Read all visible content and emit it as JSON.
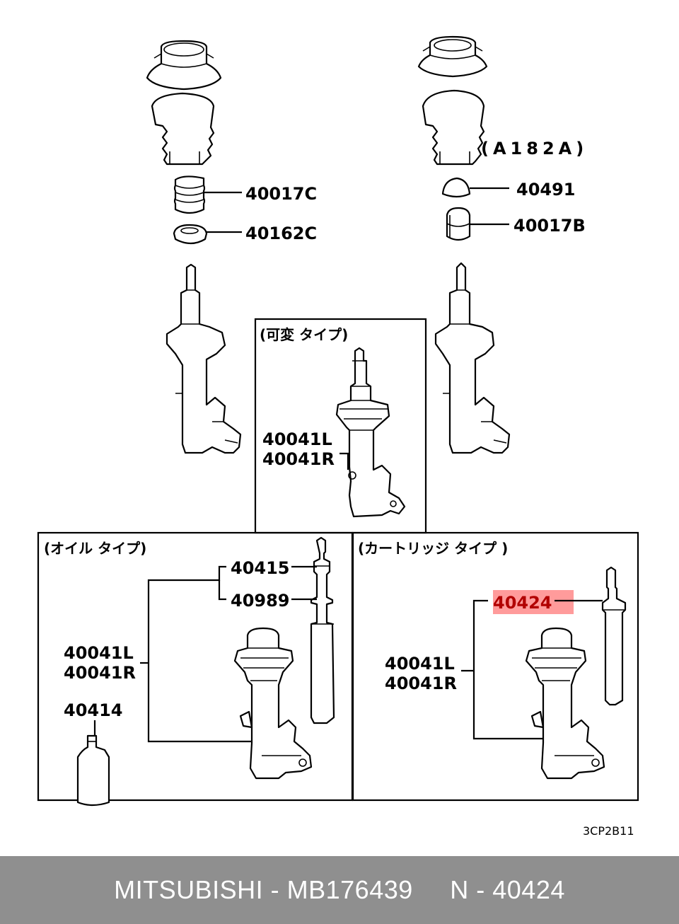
{
  "labels": {
    "p40017c": "40017C",
    "p40162c": "40162C",
    "a182a": "(A182A)",
    "p40491": "40491",
    "p40017b": "40017B",
    "variable_title": "(可変 タイプ)",
    "var_40041l": "40041L",
    "var_40041r": "40041R",
    "oil_title": "(オイル タイプ)",
    "p40415": "40415",
    "p40989": "40989",
    "oil_40041l": "40041L",
    "oil_40041r": "40041R",
    "p40414": "40414",
    "cart_title": "(カートリッジ タイプ )",
    "p40424": "40424",
    "cart_40041l": "40041L",
    "cart_40041r": "40041R",
    "diagram_code": "3CP2B11"
  },
  "highlight": {
    "part": "40424",
    "color": "#ff8a8a"
  },
  "footer": {
    "text": "MITSUBISHI - MB176439     N - 40424",
    "background": "#8f8f8f"
  }
}
